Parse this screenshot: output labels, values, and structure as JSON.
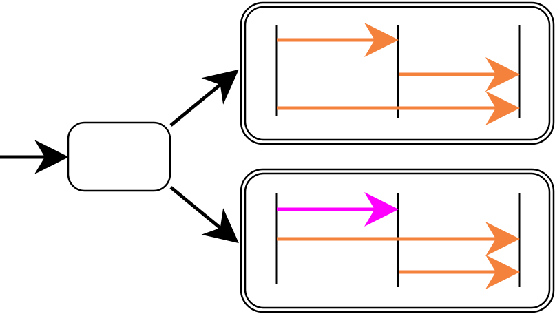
{
  "colors": {
    "background": "#ffffff",
    "stroke": "#000000",
    "arrow_orange": "#f4823c",
    "arrow_magenta": "#ff00ff",
    "box_fill": "#ffffff"
  },
  "diagram": {
    "nodes": [
      {
        "id": "source-node",
        "label": ""
      },
      {
        "id": "panel-top",
        "label": ""
      },
      {
        "id": "panel-bottom",
        "label": ""
      }
    ],
    "edges": [
      {
        "from": "input",
        "to": "source-node",
        "color": "black"
      },
      {
        "from": "source-node",
        "to": "panel-top",
        "color": "black"
      },
      {
        "from": "source-node",
        "to": "panel-bottom",
        "color": "black"
      }
    ],
    "panels": [
      {
        "id": "panel-top",
        "lanes": 3,
        "messages": [
          {
            "from_lane": 1,
            "to_lane": 2,
            "color": "orange"
          },
          {
            "from_lane": 2,
            "to_lane": 3,
            "color": "orange"
          },
          {
            "from_lane": 1,
            "to_lane": 3,
            "color": "orange"
          }
        ]
      },
      {
        "id": "panel-bottom",
        "lanes": 3,
        "messages": [
          {
            "from_lane": 1,
            "to_lane": 2,
            "color": "magenta"
          },
          {
            "from_lane": 1,
            "to_lane": 3,
            "color": "orange"
          },
          {
            "from_lane": 2,
            "to_lane": 3,
            "color": "orange"
          }
        ]
      }
    ]
  }
}
